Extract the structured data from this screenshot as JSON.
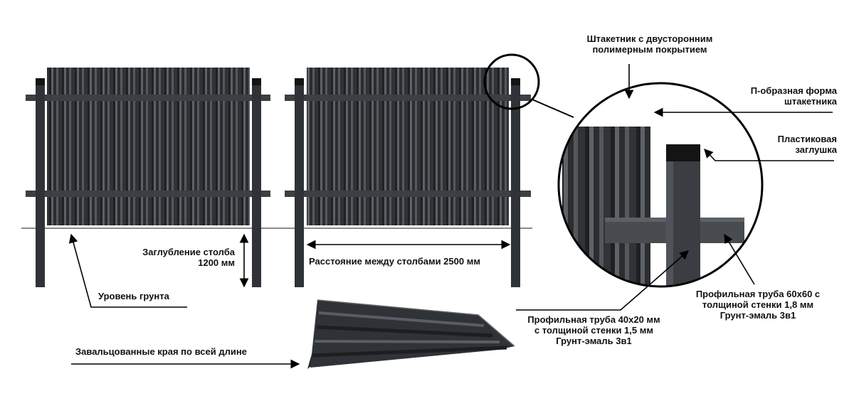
{
  "labels": {
    "picket_coating": [
      "Штакетник с двусторонним",
      "полимерным покрытием"
    ],
    "u_shape": [
      "П-образная форма",
      "штакетника"
    ],
    "plastic_cap": [
      "Пластиковая",
      "заглушка"
    ],
    "pipe_60x60": [
      "Профильная труба 60х60 с",
      "толщиной стенки 1,8 мм",
      "Грунт-эмаль 3в1"
    ],
    "pipe_40x20": [
      "Профильная труба 40х20 мм",
      "с толщиной стенки 1,5 мм",
      "Грунт-эмаль 3в1"
    ],
    "post_depth": [
      "Заглубление столба",
      "1200 мм"
    ],
    "ground_level": "Уровень грунта",
    "post_spacing": "Расстояние между столбами 2500 мм",
    "rolled_edges": "Завальцованные края по всей длине"
  },
  "colors": {
    "metal_dark": "#2e3033",
    "metal_mid": "#4a4d51",
    "metal_light": "#6d7075",
    "cap": "#141414",
    "line": "#000000"
  }
}
